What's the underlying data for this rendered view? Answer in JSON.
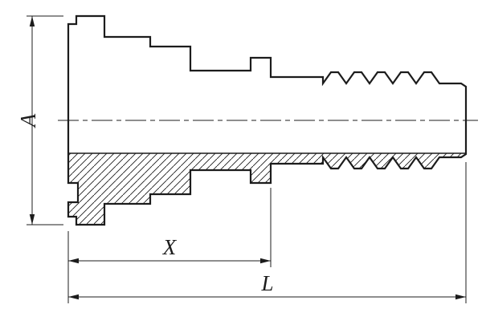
{
  "drawing": {
    "kind": "technical-section-drawing",
    "subject": "hose-barb-fitting-with-flange",
    "dimension_labels": {
      "flange_diameter": "A",
      "partial_length": "X",
      "overall_length": "L"
    },
    "colors": {
      "line": "#1c1c1c",
      "background": "#ffffff"
    }
  }
}
